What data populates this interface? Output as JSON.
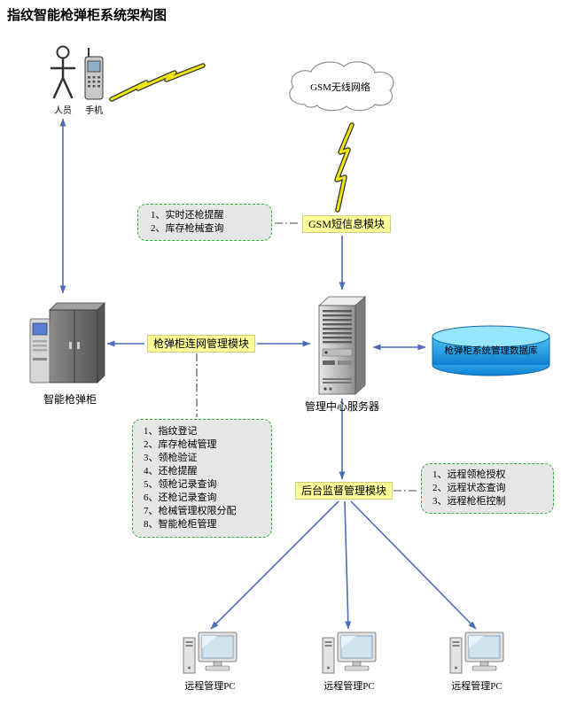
{
  "title": "指纹智能枪弹柜系统架构图",
  "actors": {
    "person_label": "人员",
    "phone_label": "手机"
  },
  "nodes": {
    "cloud_label": "GSM无线网络",
    "gsm_module_label": "GSM短信息模块",
    "cabinet_label": "智能枪弹柜",
    "cabinet_module_label": "枪弹柜连网管理模块",
    "server_label": "管理中心服务器",
    "database_label": "枪弹柜系统管理数据库",
    "backend_module_label": "后台监督管理模块",
    "pc_labels": [
      "远程管理PC",
      "远程管理PC",
      "远程管理PC"
    ]
  },
  "notes": {
    "sms_functions": {
      "items": [
        "1、实时还枪提醒",
        "2、库存枪械查询"
      ]
    },
    "cabinet_functions": {
      "items": [
        "1、指纹登记",
        "2、库存枪械管理",
        "3、领枪验证",
        "4、还枪提醒",
        "5、领枪记录查询",
        "6、还枪记录查询",
        "7、枪械管理权限分配",
        "8、智能枪柜管理"
      ]
    },
    "remote_functions": {
      "items": [
        "1、远程领枪授权",
        "2、远程状态查询",
        "3、远程枪柜控制"
      ]
    }
  },
  "colors": {
    "arrow_blue": "#4f6cb8",
    "highlight_yellow": "#ffff99",
    "note_fill": "#e6e6e6",
    "note_border_green": "#2db52d",
    "database_top": "#93e6fb",
    "database_body": "#1e9ae0",
    "lightning_yellow": "#f0e60a"
  }
}
